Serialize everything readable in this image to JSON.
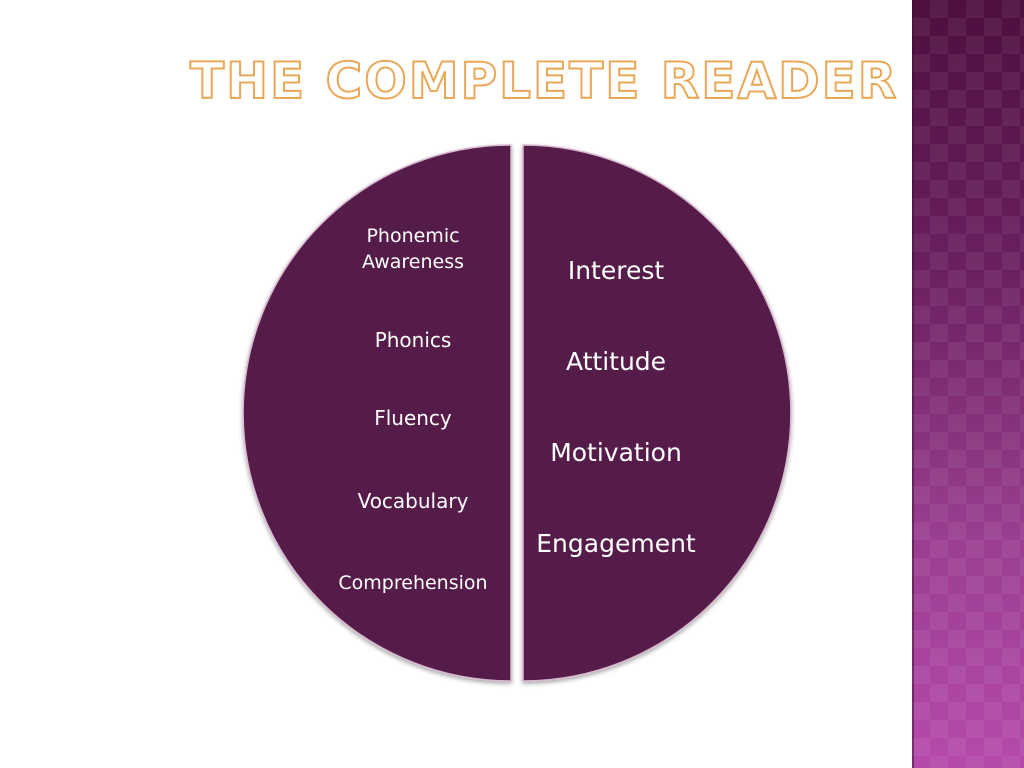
{
  "slide": {
    "title": "The Complete Reader",
    "left_half": {
      "items": [
        "Phonemic",
        "Awareness",
        "Phonics",
        "Fluency",
        "Vocabulary",
        "Comprehension"
      ]
    },
    "right_half": {
      "items": [
        "Interest",
        "Attitude",
        "Motivation",
        "Engagement"
      ]
    }
  },
  "colors": {
    "circle_fill": "#561e4a",
    "title_outline": "#e8a858",
    "side_band_top": "#4d0f3e",
    "side_band_bottom": "#b54aaa",
    "text": "#ffffff"
  }
}
